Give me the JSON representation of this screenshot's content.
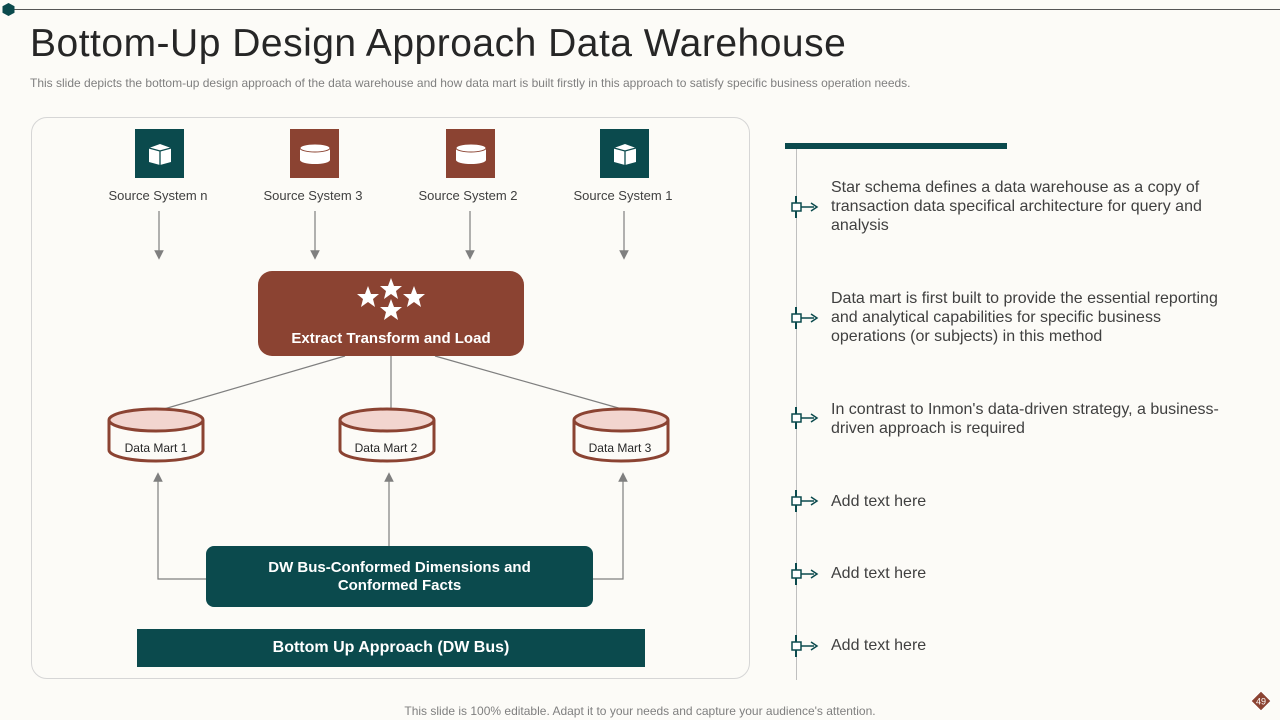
{
  "title": "Bottom-Up Design Approach Data Warehouse",
  "subtitle": "This slide depicts the bottom-up design approach of the data warehouse and how data mart is built firstly in this approach to satisfy specific business operation needs.",
  "diagram": {
    "sources": [
      {
        "label": "Source System n",
        "icon": "box-icon",
        "color": "#0B4A4D"
      },
      {
        "label": "Source System 3",
        "icon": "database-icon",
        "color": "#8B4332"
      },
      {
        "label": "Source System 2",
        "icon": "database-icon",
        "color": "#8B4332"
      },
      {
        "label": "Source System 1",
        "icon": "box-icon",
        "color": "#0B4A4D"
      }
    ],
    "etl_label": "Extract Transform and Load",
    "data_marts": [
      "Data Mart 1",
      "Data Mart 2",
      "Data Mart 3"
    ],
    "bus_label_line1": "DW Bus-Conformed Dimensions and",
    "bus_label_line2": "Conformed Facts",
    "approach_label": "Bottom Up Approach (DW Bus)"
  },
  "points": [
    {
      "text": "Star schema defines a data warehouse as a copy of transaction data specifical architecture for query and analysis"
    },
    {
      "text": "Data mart is first built to provide the essential reporting and analytical capabilities for specific business operations (or subjects) in this method"
    },
    {
      "text": "In contrast to Inmon's data-driven strategy, a business-driven approach is required"
    },
    {
      "text": "Add text here"
    },
    {
      "text": "Add text here"
    },
    {
      "text": "Add text here"
    }
  ],
  "footer": "This slide is 100% editable. Adapt it to your needs and capture your audience's attention.",
  "page_number": "49",
  "colors": {
    "teal": "#0B4A4D",
    "brown": "#8B4332",
    "cylinder_fill": "#F2D5CF"
  }
}
